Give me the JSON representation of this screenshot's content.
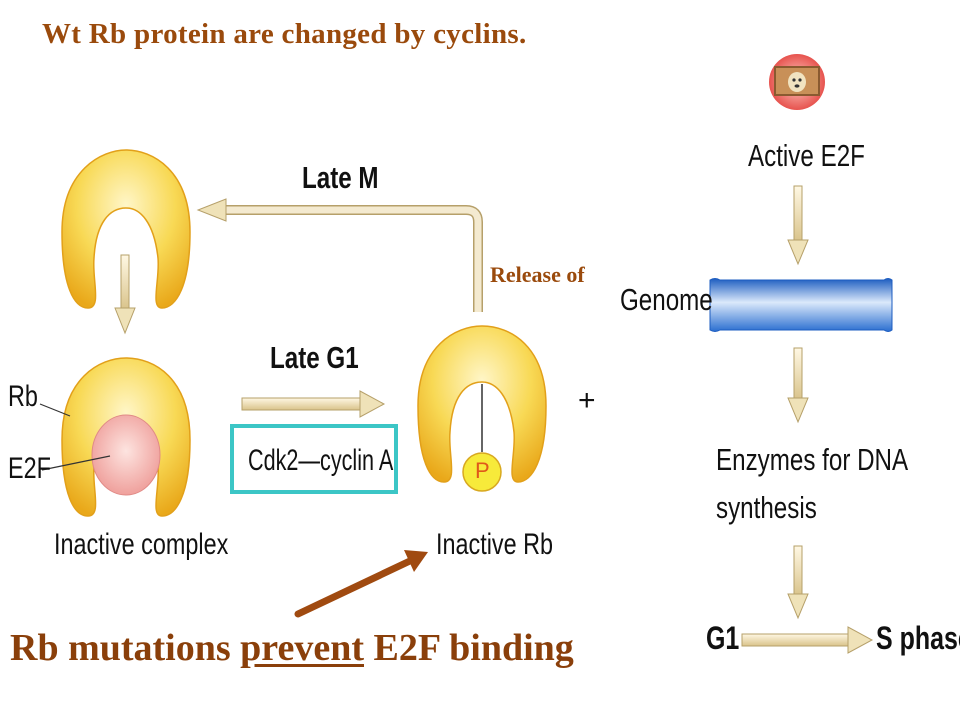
{
  "title": "Wt  Rb protein are changed by cyclins.",
  "labels": {
    "late_m": "Late M",
    "late_g1": "Late G1",
    "cdk_cyclin": "Cdk2—cyclin A",
    "rb": "Rb",
    "e2f": "E2F",
    "inactive_complex": "Inactive complex",
    "inactive_rb": "Inactive Rb",
    "p": "P",
    "plus": "+",
    "release_of": "Release of",
    "active_e2f": "Active E2F",
    "genome": "Genome",
    "enzymes_line1": "Enzymes for DNA",
    "enzymes_line2": "synthesis",
    "g1": "G1",
    "s_phase": "S phase"
  },
  "caption": {
    "before": "Rb mutations ",
    "emphasis": "prevent",
    "after": " E2F binding"
  },
  "colors": {
    "title": "#9a4a0c",
    "caption": "#8a3f0a",
    "highlight_box": "#3cc6c6",
    "rb_yellow": "#f5c630",
    "e2f_pink": "#f0a0a0",
    "genome_blue": "#3f7fd0",
    "arrow_tan": "#e8d8a8",
    "pointer_brown": "#a04a10"
  }
}
